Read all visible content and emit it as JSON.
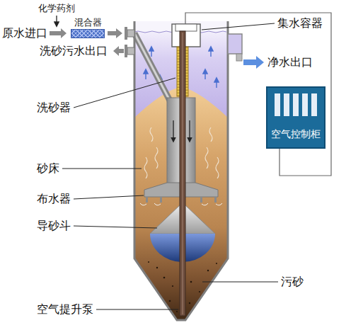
{
  "diagram": {
    "nodes": [
      {
        "text": [
          "混合器"
        ]
      },
      {
        "text": [
          "空气控制柜"
        ]
      }
    ],
    "labels": [
      "化学药剂",
      "原水进口",
      "洗砂污水出口",
      "集水容器",
      "净水出口",
      "洗砂器",
      "砂床",
      "布水器",
      "导砂斗",
      "污砂",
      "空气提升泵"
    ]
  }
}
